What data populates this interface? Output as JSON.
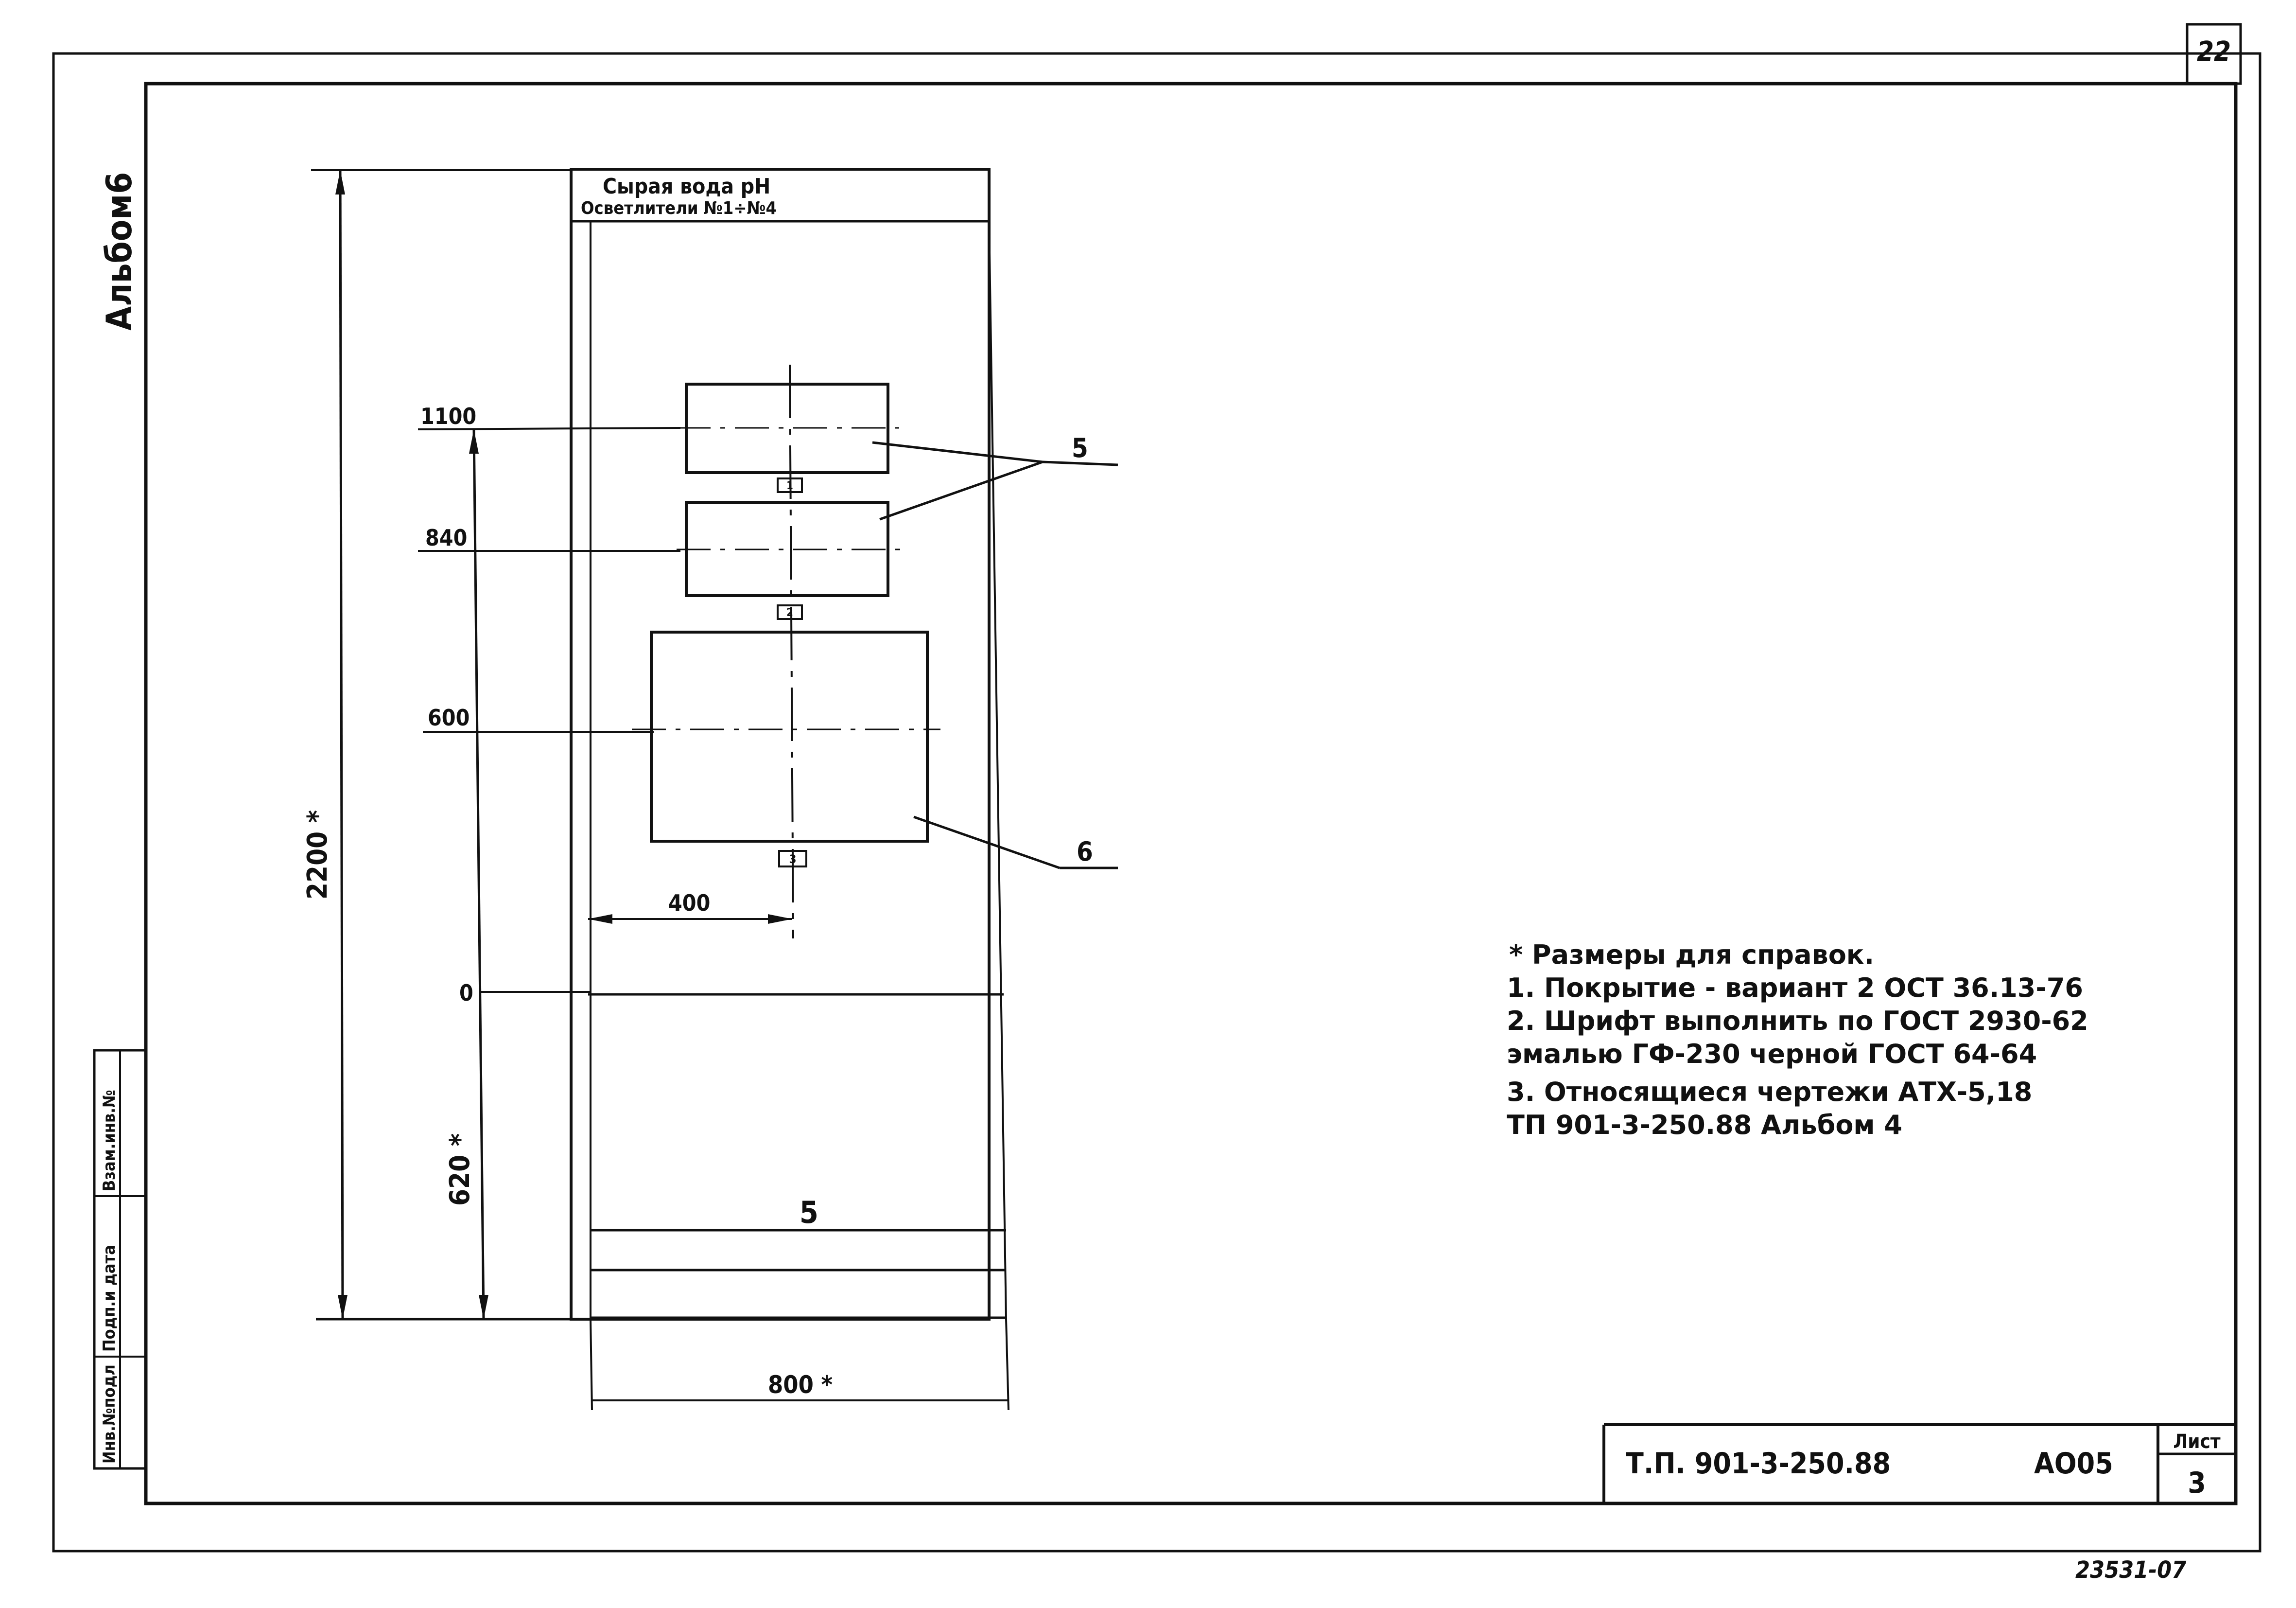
{
  "sheet_number_top": "22",
  "album_label": "Альбом6",
  "side_stamp": [
    "Инв.№подл",
    "Подп.и дата",
    "Взам.инв.№"
  ],
  "plate": {
    "title_line1": "Сырая вода pH",
    "title_line2": "Осветлители №1÷№4"
  },
  "dimensions": {
    "overall_height": "2200 *",
    "lower_height": "620 *",
    "width": "800 *",
    "level_1100": "1100",
    "level_840": "840",
    "level_600": "600",
    "offset_400": "400",
    "level_0": "0"
  },
  "callouts": {
    "five_upper": "5",
    "six": "6",
    "five_lower": "5"
  },
  "mounting_holes": [
    "1",
    "2",
    "3"
  ],
  "notes": {
    "star_note": "*  Размеры для справок.",
    "items": [
      "1.  Покрытие - вариант 2 ОСТ 36.13-76",
      "2.  Шрифт выполнить по ГОСТ 2930-62",
      "     эмалью ГФ-230  черной ГОСТ 64-64",
      "3.  Относящиеся чертежи АТХ-5,18",
      "     ТП 901-3-250.88   Альбом 4"
    ]
  },
  "title_block": {
    "code": "Т.П. 901-3-250.88",
    "mark": "АО05",
    "sheet_label": "Лист",
    "sheet_value": "3"
  },
  "archive_number": "23531-07"
}
